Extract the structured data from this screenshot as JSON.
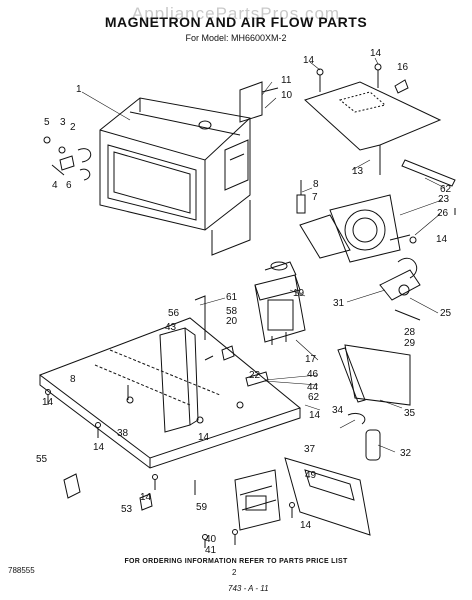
{
  "watermark": "AppliancePartsPros.com",
  "title": "MAGNETRON AND AIR FLOW PARTS",
  "model": "For Model: MH6600XM-2",
  "footer_note": "FOR ORDERING INFORMATION REFER TO PARTS PRICE LIST",
  "doc_number": "788555",
  "page_number": "2",
  "revision_code": "743 - A - 11",
  "callouts": [
    "1",
    "2",
    "3",
    "4",
    "5",
    "6",
    "7",
    "8",
    "8",
    "10",
    "11",
    "13",
    "14",
    "14",
    "14",
    "14",
    "14",
    "14",
    "14",
    "14",
    "14",
    "16",
    "17",
    "19",
    "20",
    "22",
    "23",
    "25",
    "26",
    "28",
    "29",
    "31",
    "32",
    "34",
    "35",
    "37",
    "38",
    "40",
    "41",
    "43",
    "44",
    "46",
    "49",
    "53",
    "55",
    "56",
    "58",
    "59",
    "61",
    "62",
    "62"
  ],
  "colors": {
    "ink": "#111111",
    "background": "#ffffff",
    "watermark": "#c9c9c9"
  }
}
